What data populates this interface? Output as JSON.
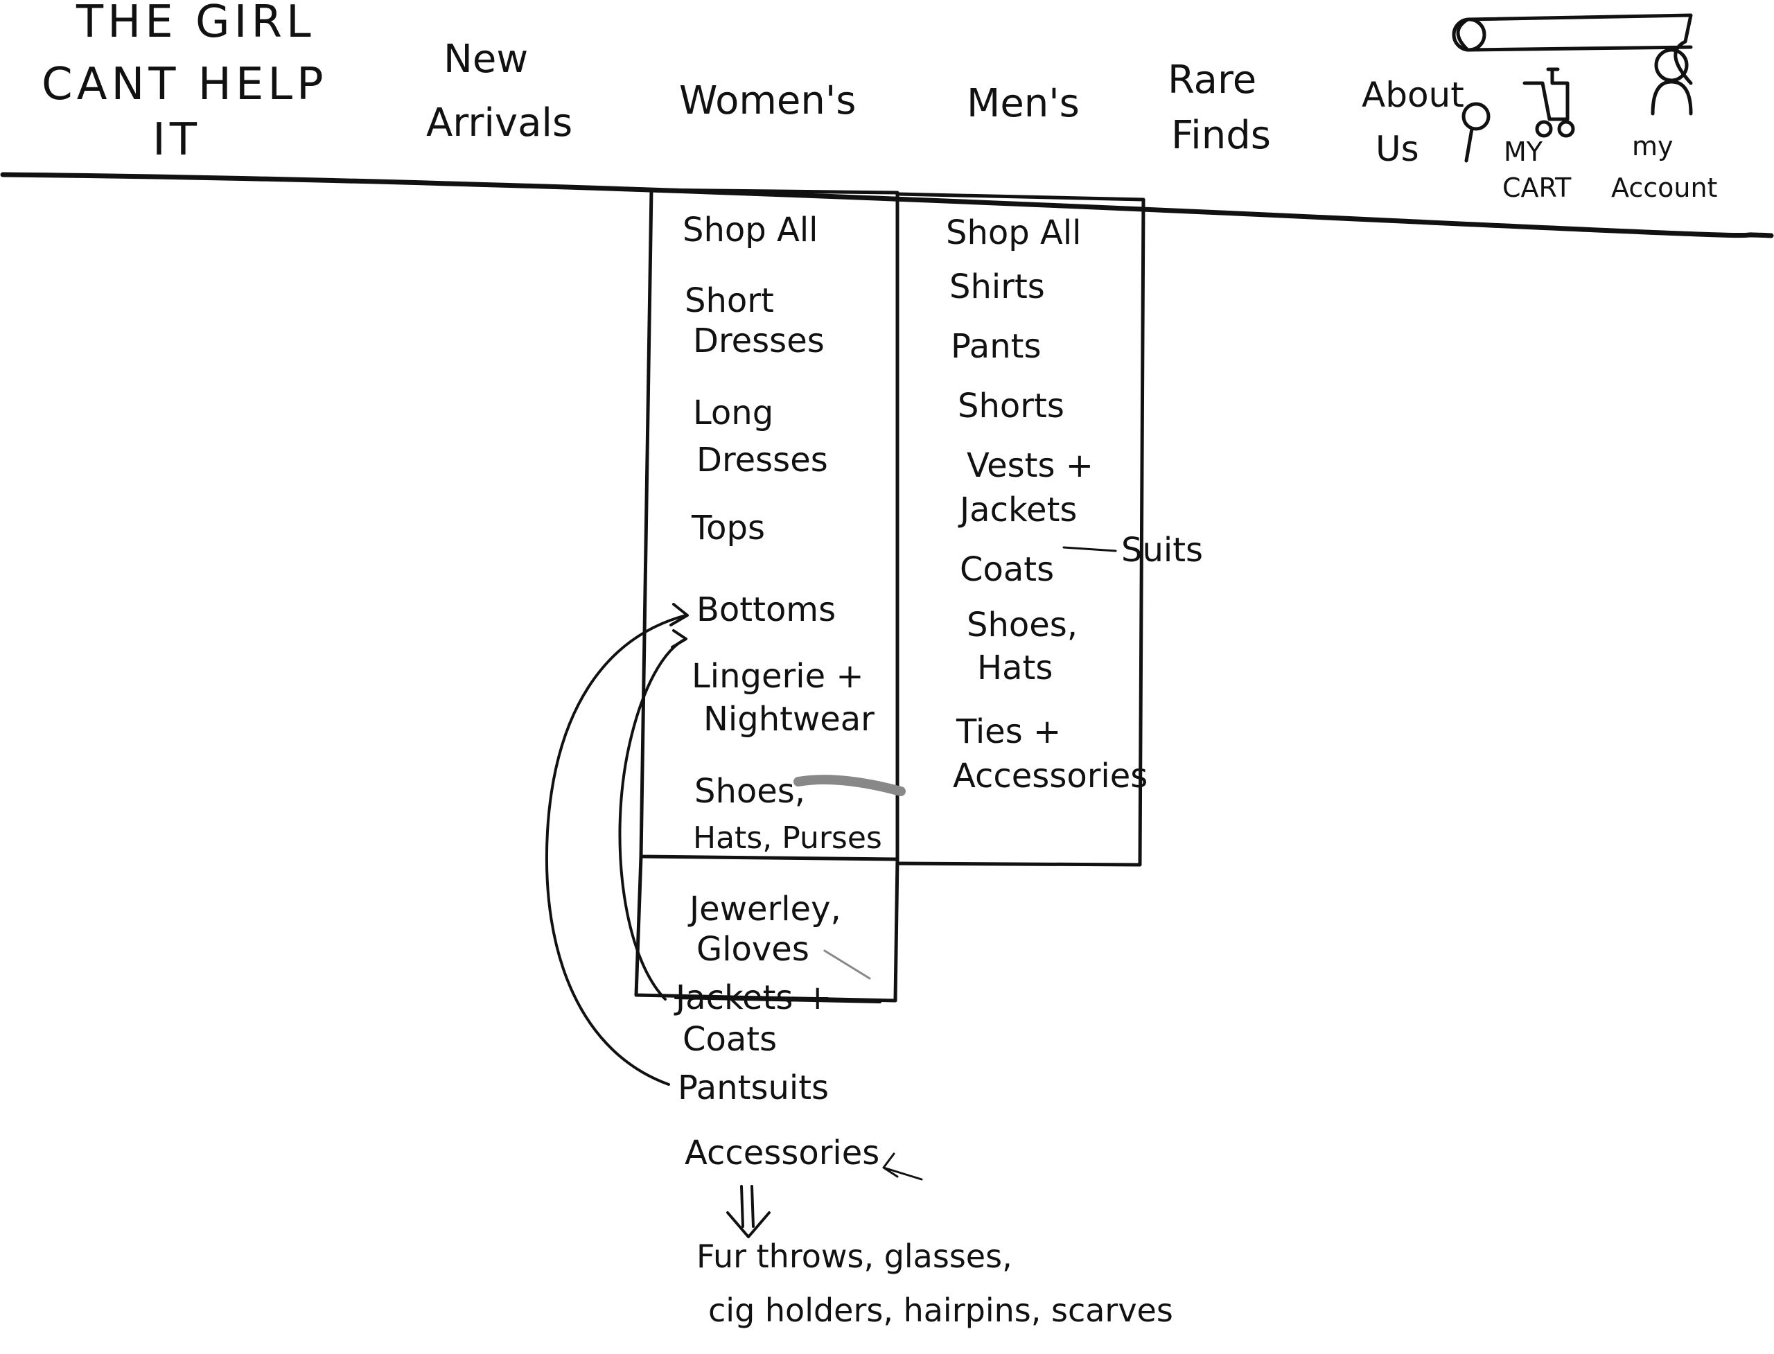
{
  "brand": {
    "line1": "THE GIRL",
    "line2": "CANT HELP",
    "line3": "IT"
  },
  "nav": {
    "new_arrivals": [
      "New",
      "Arrivals"
    ],
    "womens": "Women's",
    "mens": "Men's",
    "rare_finds": [
      "Rare",
      "Finds"
    ],
    "about_us": [
      "About",
      "Us"
    ],
    "cart": [
      "MY",
      "CART"
    ],
    "account": [
      "my",
      "Account"
    ]
  },
  "womens_menu": {
    "items": [
      {
        "label": "Shop All"
      },
      {
        "lines": [
          "Short",
          "Dresses"
        ]
      },
      {
        "lines": [
          "Long",
          "Dresses"
        ]
      },
      {
        "label": "Tops"
      },
      {
        "label": "Bottoms"
      },
      {
        "lines": [
          "Lingerie +",
          "Nightwear"
        ]
      },
      {
        "lines": [
          "Shoes,",
          "Hats, Purses"
        ]
      }
    ],
    "extra_box": [
      "Jewerley,",
      "Gloves"
    ],
    "below_box": [
      "Jackets +",
      "Coats",
      "Pantsuits"
    ],
    "accessories": "Accessories",
    "accessories_detail": [
      "Fur throws, glasses,",
      "cig holders, hairpins, scarves"
    ]
  },
  "mens_menu": {
    "items": [
      {
        "label": "Shop All"
      },
      {
        "label": "Shirts"
      },
      {
        "label": "Pants"
      },
      {
        "label": "Shorts"
      },
      {
        "lines": [
          "Vests +",
          "Jackets"
        ]
      },
      {
        "label": "Coats"
      },
      {
        "lines": [
          "Shoes,",
          "Hats"
        ]
      },
      {
        "lines": [
          "Ties +",
          "Accessories"
        ]
      }
    ],
    "side_note": "Suits"
  },
  "colors": {
    "ink": "#111111",
    "paper": "#ffffff"
  }
}
